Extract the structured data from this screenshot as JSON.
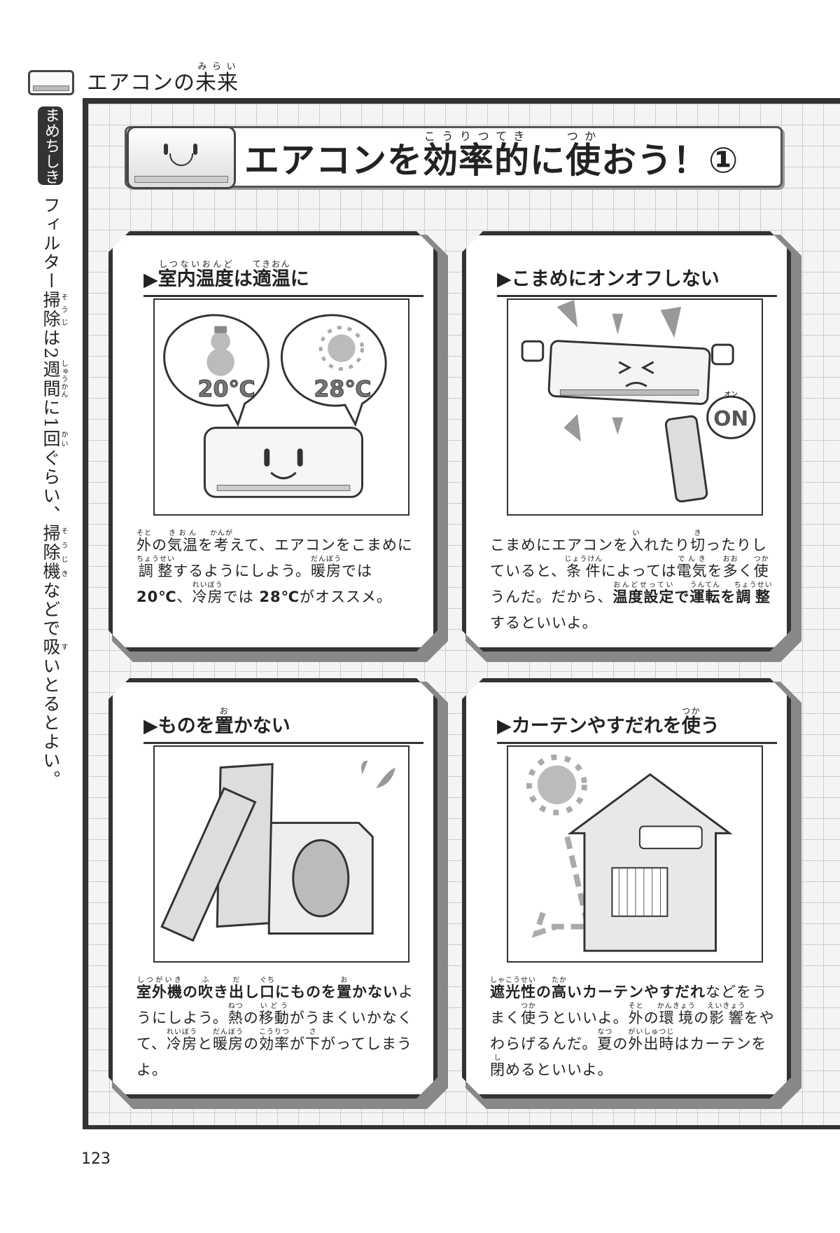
{
  "header": {
    "title": [
      {
        "t": "エアコンの"
      },
      {
        "t": "未来",
        "r": "みらい"
      }
    ]
  },
  "sidebar": {
    "badge": "まめちしき",
    "tip": [
      {
        "t": "フィルター"
      },
      {
        "t": "掃除",
        "r": "そうじ"
      },
      {
        "t": "は2"
      },
      {
        "t": "週間",
        "r": "しゅうかん"
      },
      {
        "t": "に1"
      },
      {
        "t": "回",
        "r": "かい"
      },
      {
        "t": "ぐらい、"
      },
      {
        "t": "掃除機",
        "r": "そうじき"
      },
      {
        "t": "などで"
      },
      {
        "t": "吸",
        "r": "す"
      },
      {
        "t": "いとるとよい。"
      }
    ]
  },
  "banner": {
    "title": [
      {
        "t": "エアコンを"
      },
      {
        "t": "効率的",
        "r": "こうりつてき"
      },
      {
        "t": "に"
      },
      {
        "t": "使",
        "r": "つか"
      },
      {
        "t": "おう！①"
      }
    ]
  },
  "panels": [
    {
      "heading": [
        {
          "t": "▶"
        },
        {
          "t": "室内温度",
          "r": "しつないおんど"
        },
        {
          "t": "は"
        },
        {
          "t": "適温",
          "r": "てきおん"
        },
        {
          "t": "に"
        }
      ],
      "illustration": {
        "cold_temp": "20℃",
        "hot_temp": "28℃"
      },
      "text": [
        {
          "t": "外",
          "r": "そと"
        },
        {
          "t": "の"
        },
        {
          "t": "気温",
          "r": "きおん"
        },
        {
          "t": "を"
        },
        {
          "t": "考",
          "r": "かんが"
        },
        {
          "t": "えて、エアコンをこまめに"
        },
        {
          "t": "調整",
          "r": "ちょうせい"
        },
        {
          "t": "するようにしよう。"
        },
        {
          "t": "暖房",
          "r": "だんぼう"
        },
        {
          "t": "では "
        },
        {
          "t": "20℃",
          "b": true
        },
        {
          "t": "、"
        },
        {
          "t": "冷房",
          "r": "れいぼう"
        },
        {
          "t": "では "
        },
        {
          "t": "28℃",
          "b": true
        },
        {
          "t": "がオススメ。"
        }
      ]
    },
    {
      "heading": [
        {
          "t": "▶こまめにオンオフしない"
        }
      ],
      "illustration": {
        "on_label": "ON",
        "on_ruby": "オン"
      },
      "text": [
        {
          "t": "こまめにエアコンを"
        },
        {
          "t": "入",
          "r": "い"
        },
        {
          "t": "れたり"
        },
        {
          "t": "切",
          "r": "き"
        },
        {
          "t": "ったりしていると、"
        },
        {
          "t": "条件",
          "r": "じょうけん"
        },
        {
          "t": "によっては"
        },
        {
          "t": "電気",
          "r": "でんき"
        },
        {
          "t": "を"
        },
        {
          "t": "多",
          "r": "おお"
        },
        {
          "t": "く"
        },
        {
          "t": "使",
          "r": "つか"
        },
        {
          "t": "うんだ。だから、"
        },
        {
          "t": "温度設定",
          "r": "おんどせってい",
          "b": true
        },
        {
          "t": "で",
          "b": true
        },
        {
          "t": "運転",
          "r": "うんてん",
          "b": true
        },
        {
          "t": "を",
          "b": true
        },
        {
          "t": "調整",
          "r": "ちょうせい",
          "b": true
        },
        {
          "t": "するといいよ。"
        }
      ]
    },
    {
      "heading": [
        {
          "t": "▶ものを"
        },
        {
          "t": "置",
          "r": "お"
        },
        {
          "t": "かない"
        }
      ],
      "illustration": {},
      "text": [
        {
          "t": "室外機",
          "r": "しつがいき",
          "b": true
        },
        {
          "t": "の",
          "b": true
        },
        {
          "t": "吹",
          "r": "ふ",
          "b": true
        },
        {
          "t": "き",
          "b": true
        },
        {
          "t": "出",
          "r": "だ",
          "b": true
        },
        {
          "t": "し",
          "b": true
        },
        {
          "t": "口",
          "r": "ぐち",
          "b": true
        },
        {
          "t": "にものを",
          "b": true
        },
        {
          "t": "置",
          "r": "お",
          "b": true
        },
        {
          "t": "かない",
          "b": true
        },
        {
          "t": "ようにしよう。"
        },
        {
          "t": "熱",
          "r": "ねつ"
        },
        {
          "t": "の"
        },
        {
          "t": "移動",
          "r": "いどう"
        },
        {
          "t": "がうまくいかなくて、"
        },
        {
          "t": "冷房",
          "r": "れいぼう"
        },
        {
          "t": "と"
        },
        {
          "t": "暖房",
          "r": "だんぼう"
        },
        {
          "t": "の"
        },
        {
          "t": "効率",
          "r": "こうりつ"
        },
        {
          "t": "が"
        },
        {
          "t": "下",
          "r": "さ"
        },
        {
          "t": "がってしまうよ。"
        }
      ]
    },
    {
      "heading": [
        {
          "t": "▶カーテンやすだれを"
        },
        {
          "t": "使",
          "r": "つか"
        },
        {
          "t": "う"
        }
      ],
      "illustration": {},
      "text": [
        {
          "t": "遮光性",
          "r": "しゃこうせい",
          "b": true
        },
        {
          "t": "の",
          "b": true
        },
        {
          "t": "高",
          "r": "たか",
          "b": true
        },
        {
          "t": "いカーテンやすだれ",
          "b": true
        },
        {
          "t": "などをうまく"
        },
        {
          "t": "使",
          "r": "つか"
        },
        {
          "t": "うといいよ。"
        },
        {
          "t": "外",
          "r": "そと"
        },
        {
          "t": "の"
        },
        {
          "t": "環境",
          "r": "かんきょう"
        },
        {
          "t": "の"
        },
        {
          "t": "影響",
          "r": "えいきょう"
        },
        {
          "t": "をやわらげるんだ。"
        },
        {
          "t": "夏",
          "r": "なつ"
        },
        {
          "t": "の"
        },
        {
          "t": "外出時",
          "r": "がいしゅつじ"
        },
        {
          "t": "はカーテンを"
        },
        {
          "t": "閉",
          "r": "し"
        },
        {
          "t": "めるといいよ。"
        }
      ]
    }
  ],
  "page_number": "123"
}
